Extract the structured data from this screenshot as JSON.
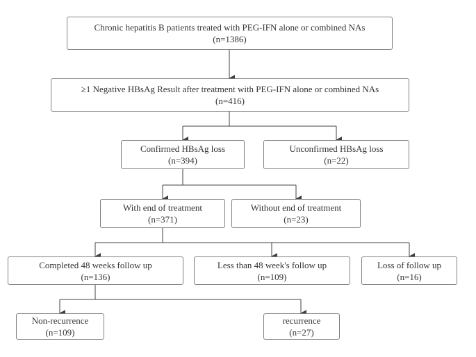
{
  "colors": {
    "border": "#7f7f7f",
    "connector": "#404040",
    "text": "#333333",
    "background": "#ffffff"
  },
  "boxes": {
    "patients": {
      "title": "Chronic hepatitis B patients treated with PEG-IFN alone or combined NAs",
      "count": "(n=1386)"
    },
    "negative_result": {
      "title": "≥1 Negative HBsAg Result after treatment with PEG-IFN alone  or combined NAs",
      "count": "(n=416)"
    },
    "confirmed_loss": {
      "title": "Confirmed HBsAg loss",
      "count": "(n=394)"
    },
    "unconfirmed_loss": {
      "title": "Unconfirmed HBsAg loss",
      "count": "(n=22)"
    },
    "with_end": {
      "title": "With end of treatment",
      "count": "(n=371)"
    },
    "without_end": {
      "title": "Without end of treatment",
      "count": "(n=23)"
    },
    "completed_48": {
      "title": "Completed 48 weeks follow  up",
      "count": "(n=136)"
    },
    "less_48": {
      "title": "Less  than 48 week's follow  up",
      "count": "(n=109)"
    },
    "loss_followup": {
      "title": "Loss of  follow up",
      "count": "(n=16)"
    },
    "non_recurrence": {
      "title": "Non-recurrence",
      "count": "(n=109)"
    },
    "recurrence": {
      "title": "recurrence",
      "count": "(n=27)"
    }
  }
}
